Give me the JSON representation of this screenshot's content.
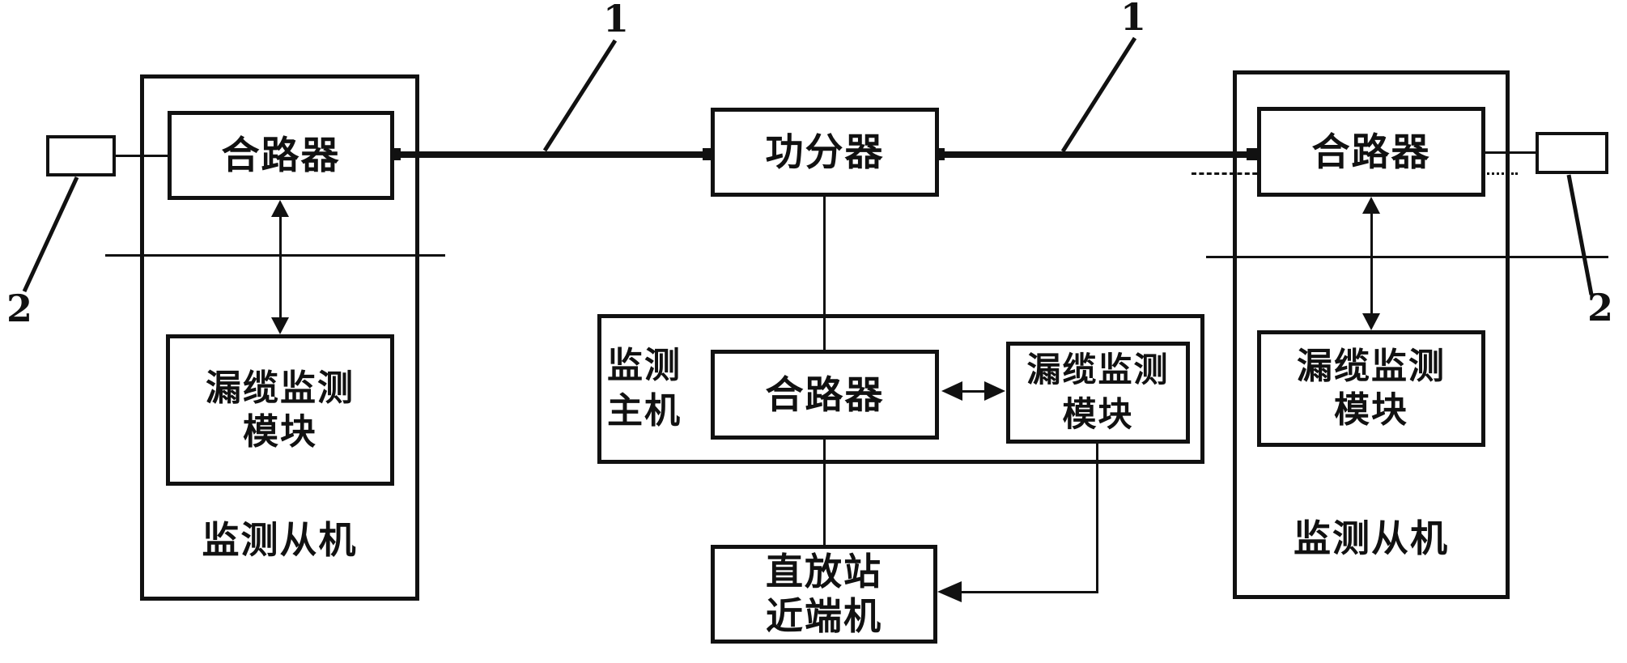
{
  "colors": {
    "ink": "#111111",
    "background": "#ffffff"
  },
  "callouts": {
    "cable_left": "1",
    "cable_right": "1",
    "antenna_left": "2",
    "antenna_right": "2"
  },
  "left_slave": {
    "combiner": "合路器",
    "module_line1": "漏缆监测",
    "module_line2": "模块",
    "caption": "监测从机"
  },
  "host": {
    "splitter": "功分器",
    "name_line1": "监测",
    "name_line2": "主机",
    "combiner": "合路器",
    "module_line1": "漏缆监测",
    "module_line2": "模块",
    "repeater_line1": "直放站",
    "repeater_line2": "近端机"
  },
  "right_slave": {
    "combiner": "合路器",
    "module_line1": "漏缆监测",
    "module_line2": "模块",
    "caption": "监测从机"
  }
}
